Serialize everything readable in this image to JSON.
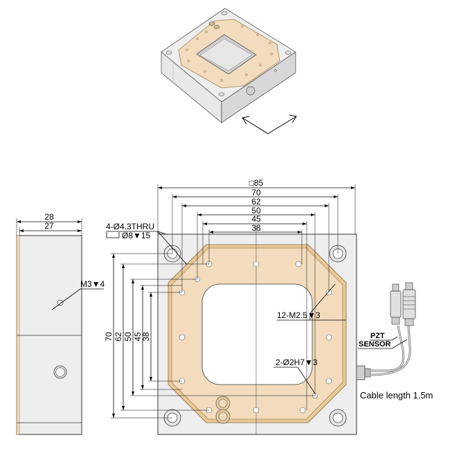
{
  "iso_view": {
    "arrow": "two-headed-direction-arrow"
  },
  "top_view": {
    "horizontal_dims": [
      "□85",
      "70",
      "62",
      "50",
      "45",
      "38"
    ],
    "vertical_dims": [
      "70",
      "62",
      "50",
      "45",
      "38"
    ],
    "callouts": {
      "thru_holes": "4-Ø4.3THRU",
      "counterbore": "Ø8▼15",
      "tapped_holes": "12-M2.5▼3",
      "pin_holes": "2-Ø2H7▼3"
    },
    "cable_labels": {
      "pzt": "PZT",
      "sensor": "SENSOR",
      "length": "Cable length 1.5m"
    }
  },
  "side_view": {
    "width_dims": [
      "28",
      "27"
    ],
    "callout": "M3▼4"
  },
  "colors": {
    "plate": "#f3dcbd",
    "plate_edge": "#e8c896",
    "body": "#eeeeee",
    "body_dark": "#d0d0d0",
    "outline": "#333333"
  }
}
